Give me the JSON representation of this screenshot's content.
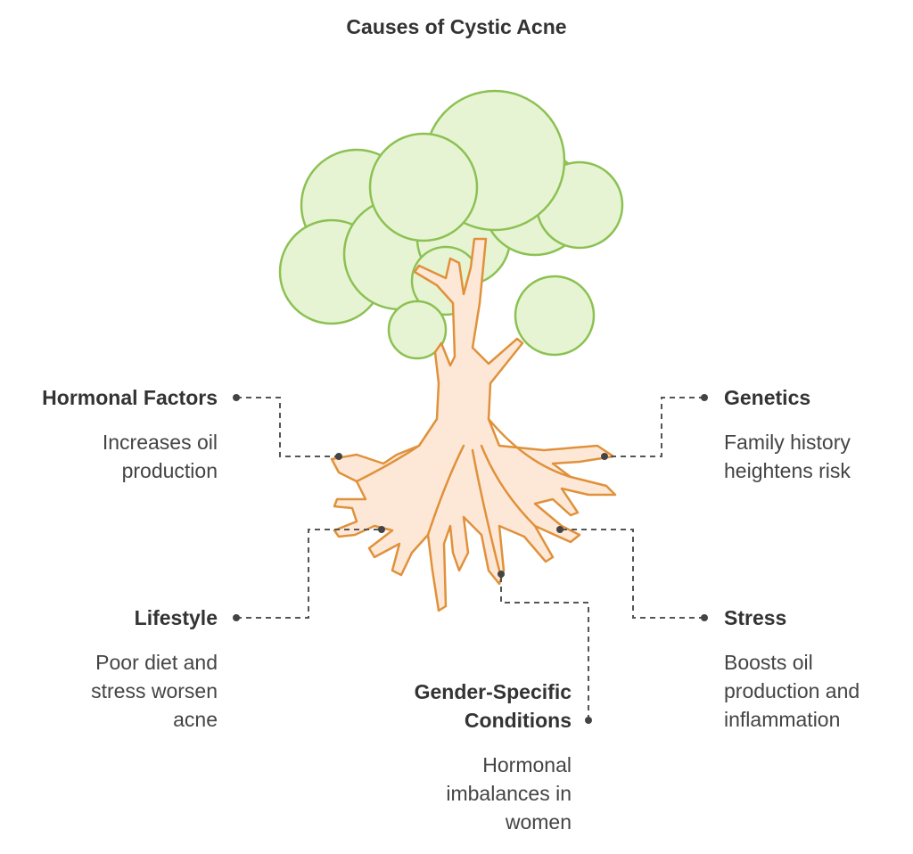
{
  "title": "Causes of Cystic Acne",
  "causes": {
    "hormonal": {
      "heading": "Hormonal Factors",
      "description_lines": [
        "Increases oil",
        "production"
      ]
    },
    "genetics": {
      "heading": "Genetics",
      "description_lines": [
        "Family history",
        "heightens risk"
      ]
    },
    "lifestyle": {
      "heading": "Lifestyle",
      "description_lines": [
        "Poor diet and",
        "stress worsen",
        "acne"
      ]
    },
    "stress": {
      "heading": "Stress",
      "description_lines": [
        "Boosts oil",
        "production and",
        "inflammation"
      ]
    },
    "gender": {
      "heading_lines": [
        "Gender-Specific",
        "Conditions"
      ],
      "description_lines": [
        "Hormonal",
        "imbalances in",
        "women"
      ]
    }
  },
  "colors": {
    "foliage_fill": "#e6f4d4",
    "foliage_stroke": "#8cc152",
    "trunk_fill": "#fde8d8",
    "trunk_stroke": "#e0913a",
    "connector": "#555555",
    "text": "#333333"
  }
}
